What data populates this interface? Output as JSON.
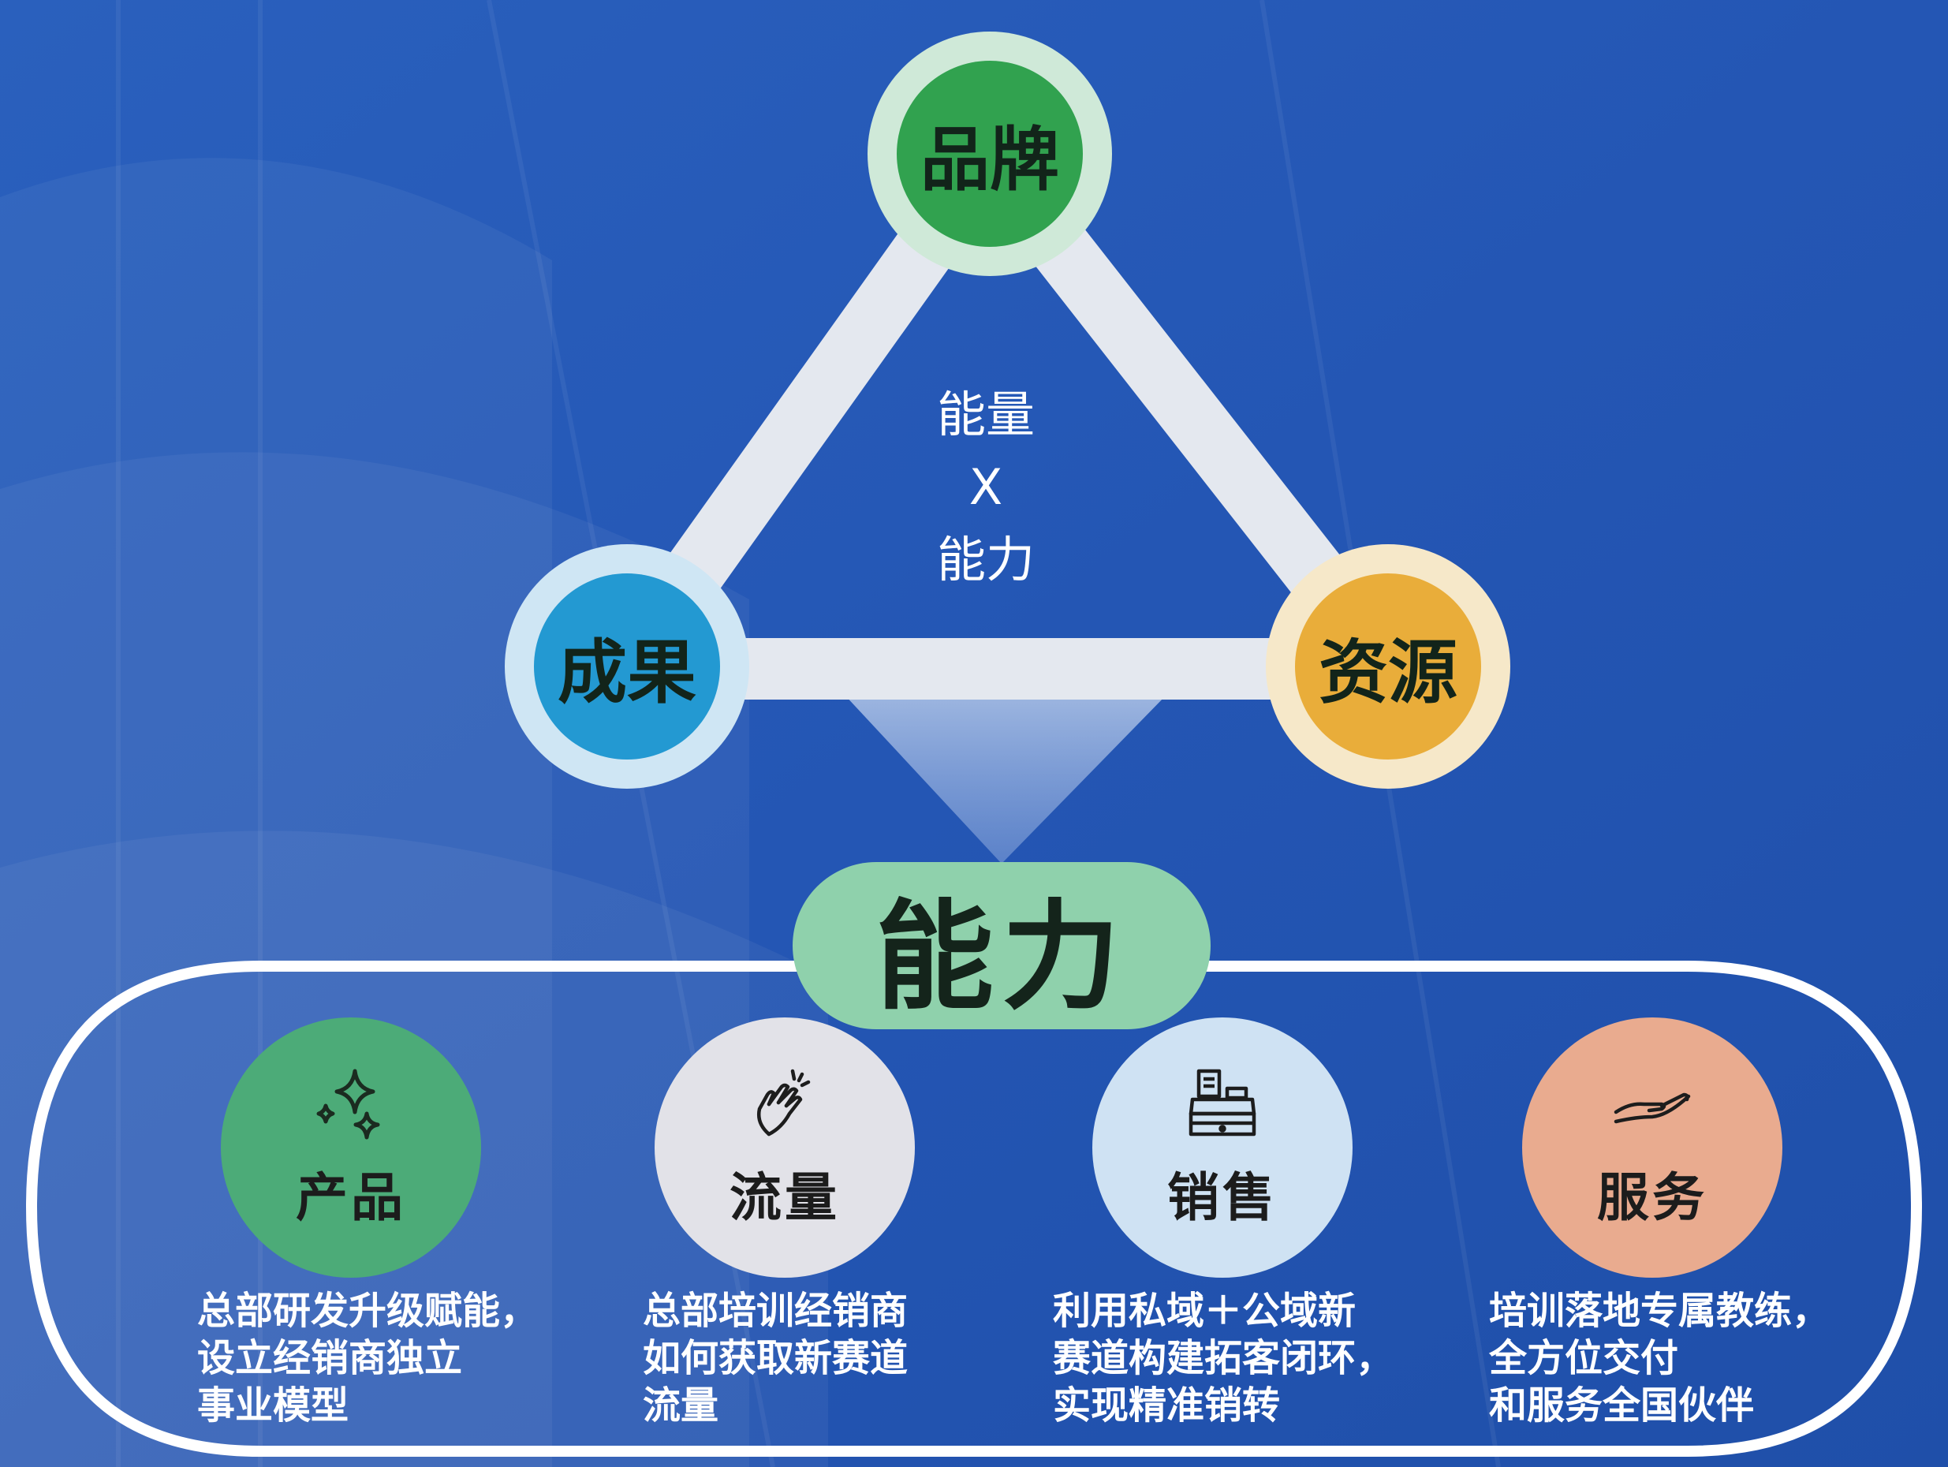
{
  "triangle": {
    "top_node": "品牌",
    "left_node": "成果",
    "right_node": "资源",
    "center_lines": [
      "能量",
      "X",
      "能力"
    ]
  },
  "capability_label": "能力",
  "capabilities": [
    {
      "title": "产品",
      "icon": "sparkle-icon",
      "desc": [
        "总部研发升级赋能，",
        "设立经销商独立",
        "事业模型"
      ]
    },
    {
      "title": "流量",
      "icon": "clapping-hands-icon",
      "desc": [
        "总部培训经销商",
        "如何获取新赛道",
        "流量"
      ]
    },
    {
      "title": "销售",
      "icon": "cash-register-icon",
      "desc": [
        "利用私域＋公域新",
        "赛道构建拓客闭环，",
        "实现精准销转"
      ]
    },
    {
      "title": "服务",
      "icon": "open-hand-icon",
      "desc": [
        "培训落地专属教练，",
        "全方位交付",
        "和服务全国伙伴"
      ]
    }
  ],
  "colors": {
    "background": "#2659b8",
    "brand_green": "#31a24f",
    "result_blue": "#2399d2",
    "resource_gold": "#e9ad3a",
    "pill_green": "#8fd1ac",
    "product_green": "#4cab78",
    "traffic_gray": "#e2e2e8",
    "sales_lightblue": "#cfe2f3",
    "service_salmon": "#e9ab8f"
  }
}
